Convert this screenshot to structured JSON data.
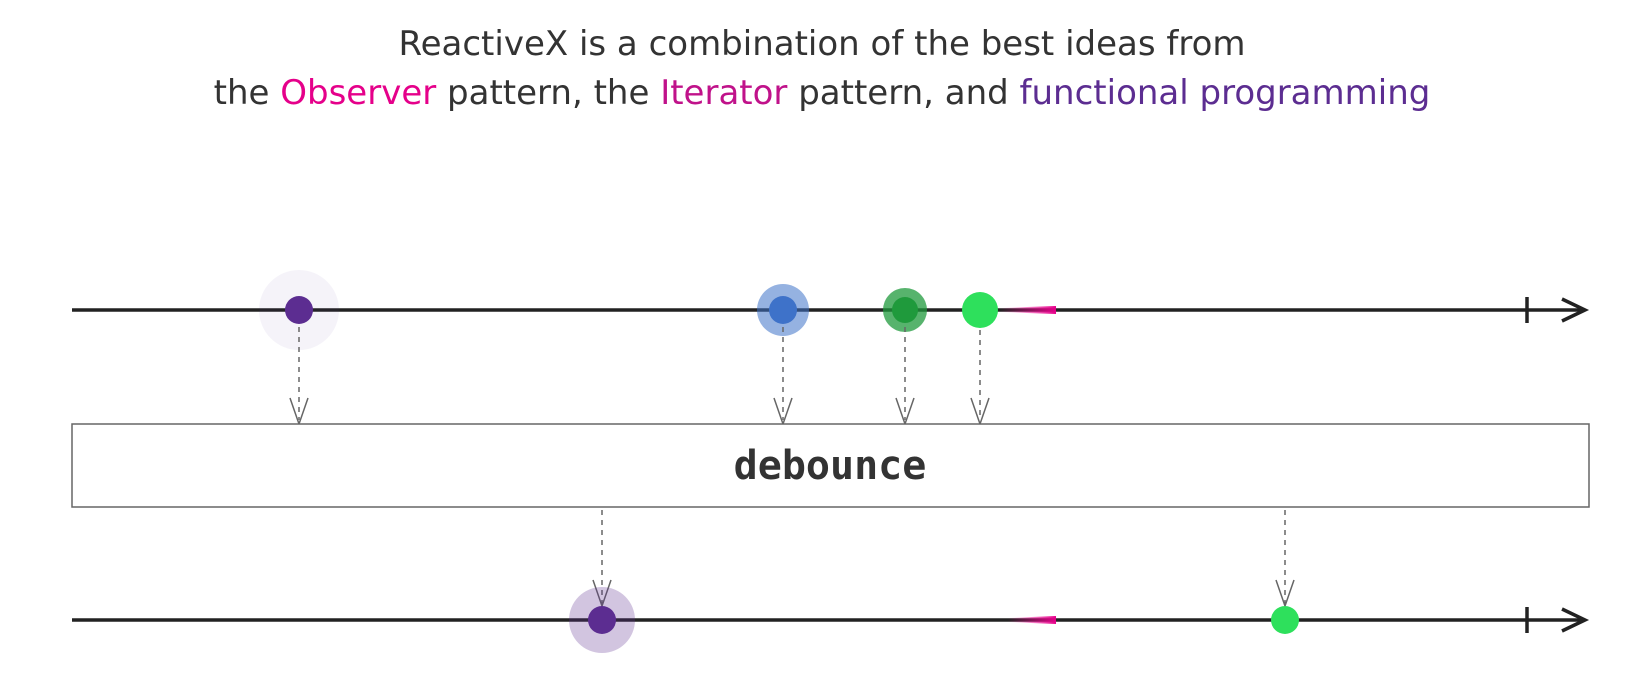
{
  "headline": {
    "line1": "ReactiveX is a combination of the best ideas from",
    "line2_prefix": "the ",
    "observer": "Observer",
    "line2_mid1": " pattern, the ",
    "iterator": "Iterator",
    "line2_mid2": " pattern, and ",
    "functional": "functional programming"
  },
  "operator": {
    "label": "debounce"
  },
  "colors": {
    "observer": "#e5008a",
    "iterator": "#c0128a",
    "functional": "#5c2d91",
    "line": "#222222",
    "purple": "#5c2d91",
    "blue": "#3e72c9",
    "dark_green": "#1f9a3c",
    "bright_green": "#2ee05c",
    "debounce_window": "#e5008a"
  },
  "streams": {
    "input": [
      {
        "name": "event-purple",
        "color": "purple"
      },
      {
        "name": "event-blue",
        "color": "blue"
      },
      {
        "name": "event-dark-green",
        "color": "dark_green"
      },
      {
        "name": "event-bright-green",
        "color": "bright_green"
      }
    ],
    "output": [
      {
        "name": "emit-purple",
        "color": "purple"
      },
      {
        "name": "emit-bright-green",
        "color": "bright_green"
      }
    ]
  }
}
